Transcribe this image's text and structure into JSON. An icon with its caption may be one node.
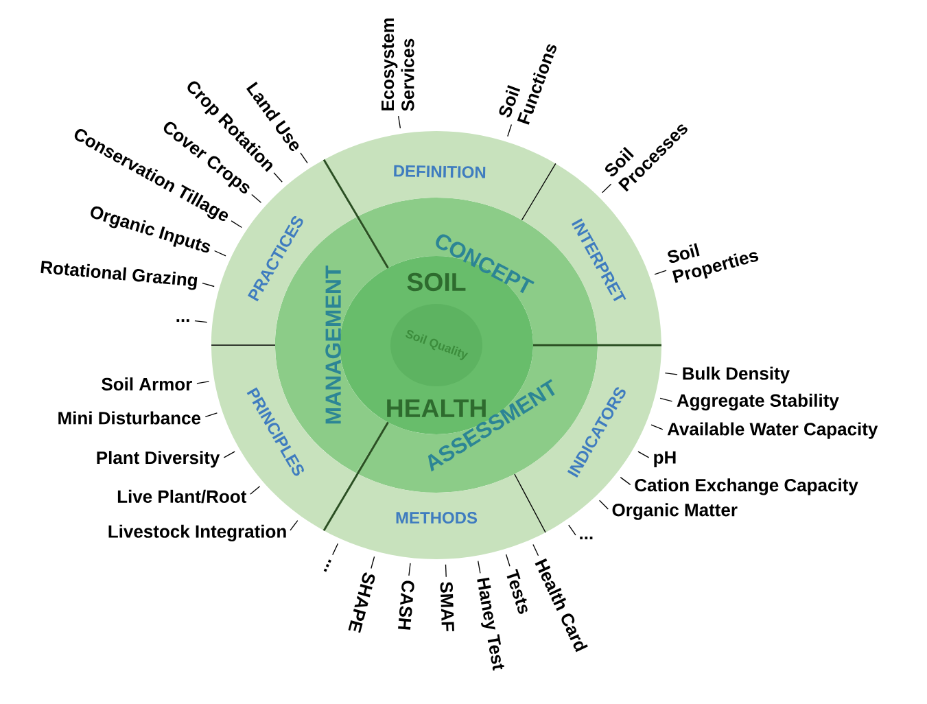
{
  "diagram": {
    "nodes": [
      {
        "text": [
          "SOIL",
          "HEALTH"
        ]
      },
      {
        "text": [
          "Soil Quality"
        ],
        "in": 0
      },
      {
        "text": [
          "CONCEPT"
        ]
      },
      {
        "text": [
          "ASSESSMENT"
        ]
      },
      {
        "text": [
          "MANAGEMENT"
        ]
      },
      {
        "text": [
          "DEFINITION"
        ],
        "beside": [
          "Ecosystem Services",
          "Soil Functions"
        ]
      },
      {
        "text": [
          "INTERPRET"
        ],
        "beside": [
          "Soil Processes",
          "Soil Properties"
        ]
      },
      {
        "text": [
          "INDICATORS"
        ],
        "beside": [
          "Bulk Density",
          "Aggregate Stability",
          "Available Water Capacity",
          "pH",
          "Cation Exchange Capacity",
          "Organic Matter",
          "..."
        ]
      },
      {
        "text": [
          "METHODS"
        ],
        "beside": [
          "...",
          "SHAPE",
          "CASH",
          "SMAF",
          "Haney Test",
          "Tests",
          "Health Card"
        ]
      },
      {
        "text": [
          "PRINCIPLES"
        ],
        "beside": [
          "Soil Armor",
          "Mini Disturbance",
          "Plant Diversity",
          "Live Plant/Root",
          "Livestock Integration"
        ]
      },
      {
        "text": [
          "PRACTICES"
        ],
        "beside": [
          "Land Use",
          "Crop Rotation",
          "Cover Crops",
          "Conservation Tillage",
          "Organic Inputs",
          "Rotational Grazing",
          "..."
        ]
      }
    ]
  }
}
